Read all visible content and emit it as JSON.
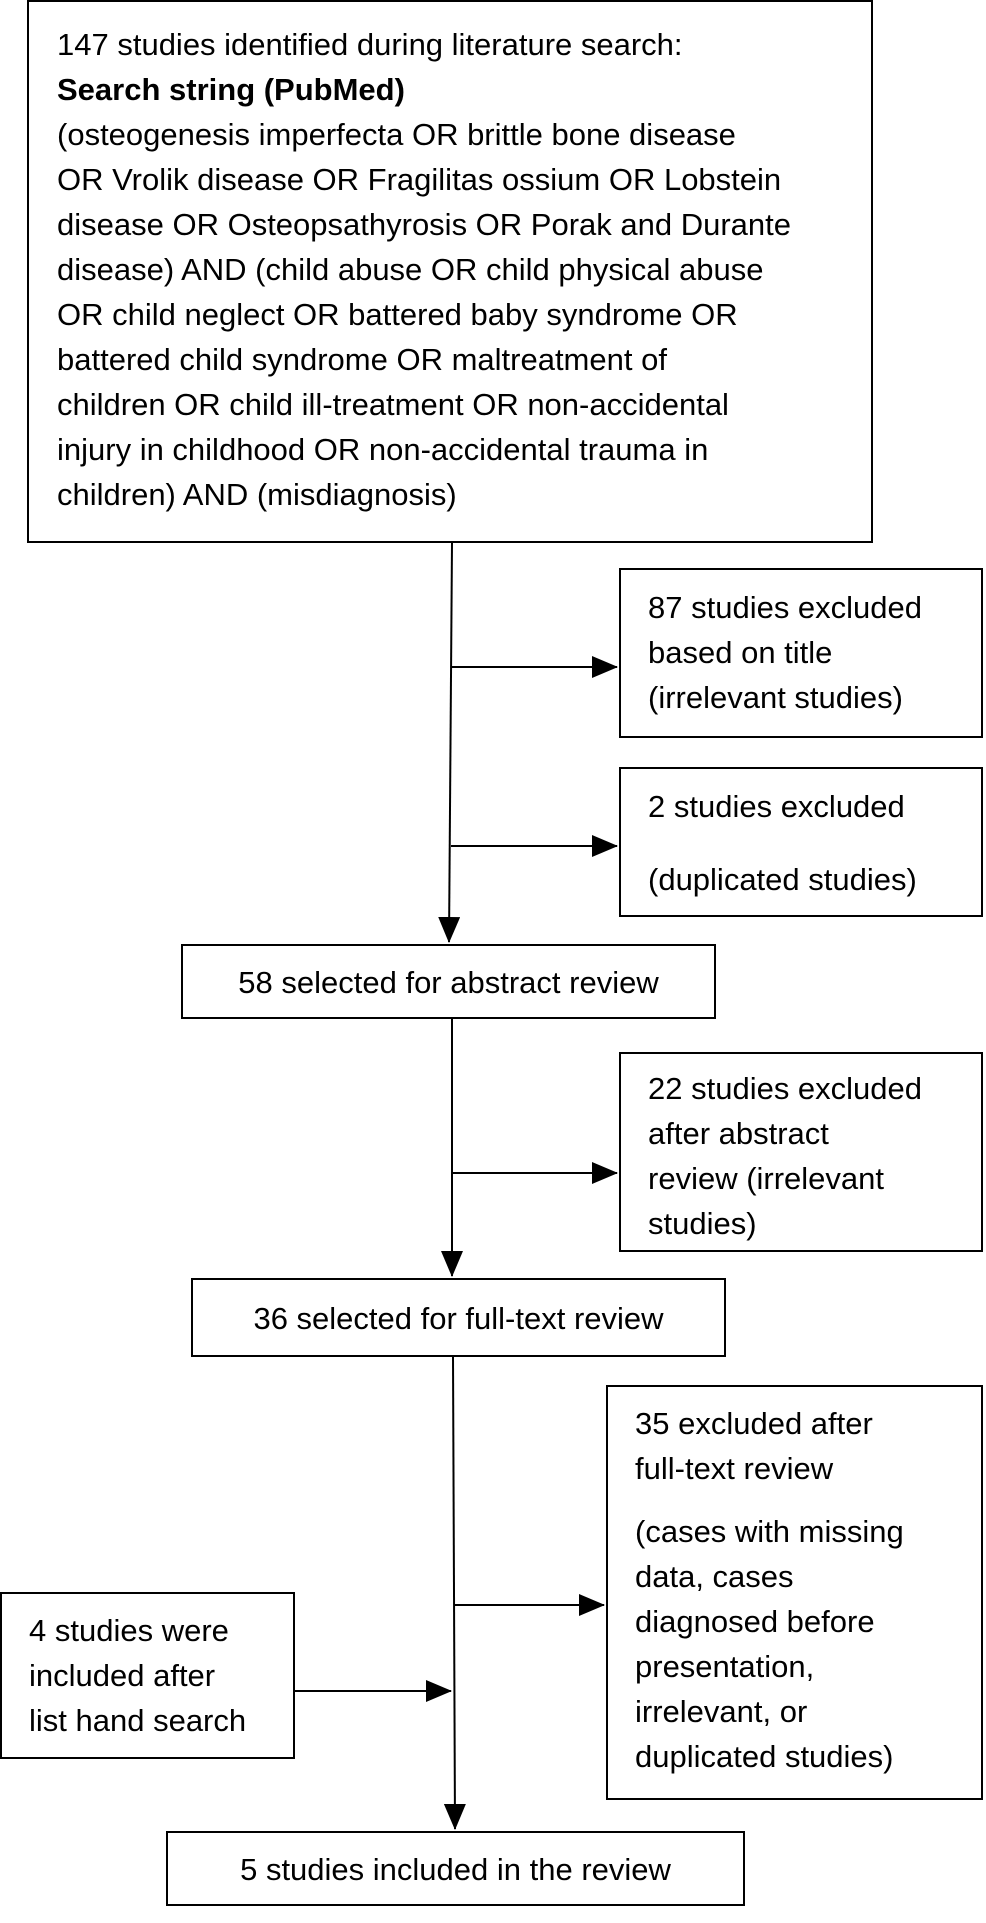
{
  "boxes": {
    "identified": {
      "intro": "147 studies identified during literature search:",
      "label": "Search string (PubMed)",
      "lines": [
        "(osteogenesis imperfecta OR brittle bone disease",
        "OR Vrolik disease OR Fragilitas ossium OR Lobstein",
        "disease OR Osteopsathyrosis OR Porak and Durante",
        "disease) AND (child abuse OR child physical abuse",
        "OR child neglect OR battered baby syndrome OR",
        "battered child syndrome OR maltreatment of",
        "children OR child ill-treatment OR non-accidental",
        "injury in childhood OR non-accidental trauma in",
        "children) AND (misdiagnosis)"
      ]
    },
    "excluded_title": {
      "lines": [
        "87 studies excluded",
        "based on title",
        "(irrelevant studies)"
      ]
    },
    "excluded_duplicates": {
      "line1": "2 studies excluded",
      "line2": "(duplicated studies)"
    },
    "abstract_review": {
      "text": "58 selected for abstract review"
    },
    "excluded_abstract": {
      "lines": [
        "22 studies excluded",
        "after abstract",
        "review (irrelevant",
        "studies)"
      ]
    },
    "fulltext_review": {
      "text": "36 selected for full-text review"
    },
    "excluded_fulltext": {
      "header": [
        "35 excluded after",
        "full-text review"
      ],
      "reasons": [
        "(cases with missing",
        "data, cases",
        "diagnosed before",
        "presentation,",
        "irrelevant, or",
        "duplicated studies)"
      ]
    },
    "hand_search": {
      "lines": [
        "4 studies were",
        "included after",
        "list hand search"
      ]
    },
    "included": {
      "text": "5 studies included in the review"
    }
  }
}
